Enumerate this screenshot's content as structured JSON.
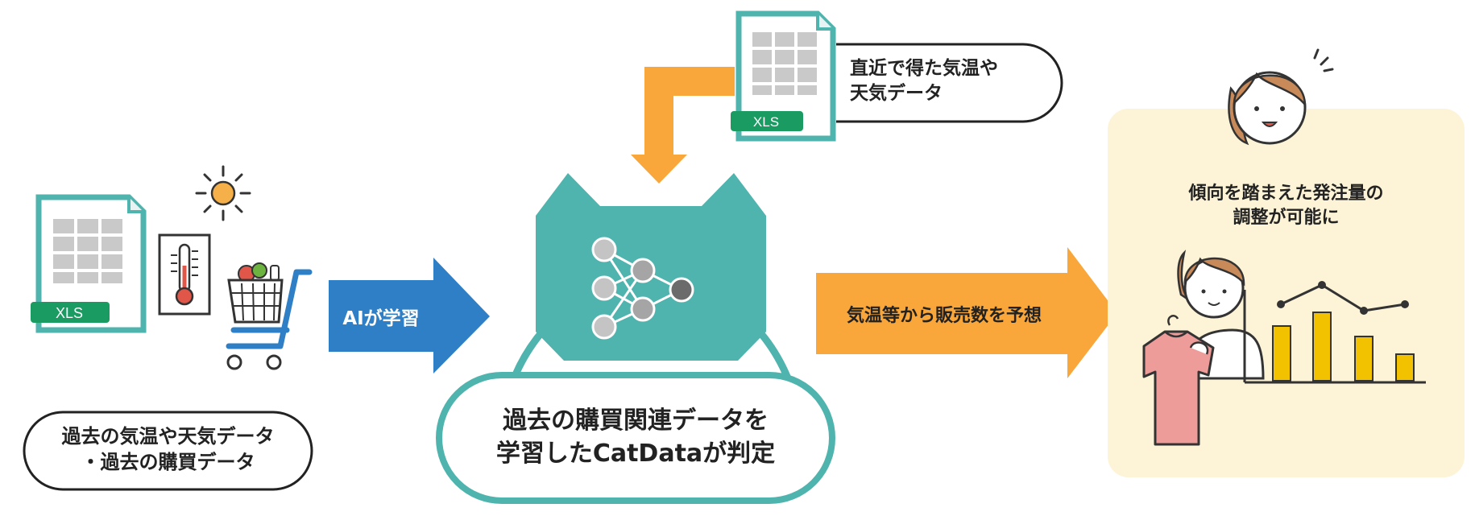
{
  "file_label": "XLS",
  "left_caption": {
    "line1": "過去の気温や天気データ",
    "line2": "・過去の購買データ"
  },
  "top_caption": {
    "line1": "直近で得た気温や",
    "line2": "天気データ"
  },
  "ai_arrow_label": "AIが学習",
  "center_caption": {
    "line1": "過去の購買関連データを",
    "line2": "学習したCatDataが判定"
  },
  "predict_arrow_label": "気温等から販売数を予想",
  "right_caption": {
    "line1": "傾向を踏まえた発注量の",
    "line2": "調整が可能に"
  },
  "colors": {
    "teal": "#4fb3ae",
    "blue_arrow": "#2f7fc6",
    "orange_arrow": "#f9a63a",
    "panel": "#fdf3d6",
    "xls_green": "#1a9b62",
    "bar": "#f2c200"
  },
  "icons": [
    "sun-icon",
    "thermometer-icon",
    "shopping-cart-icon",
    "spreadsheet-icon",
    "cat-icon",
    "neural-network-icon",
    "person-icon",
    "shirt-icon",
    "bar-chart-icon"
  ]
}
